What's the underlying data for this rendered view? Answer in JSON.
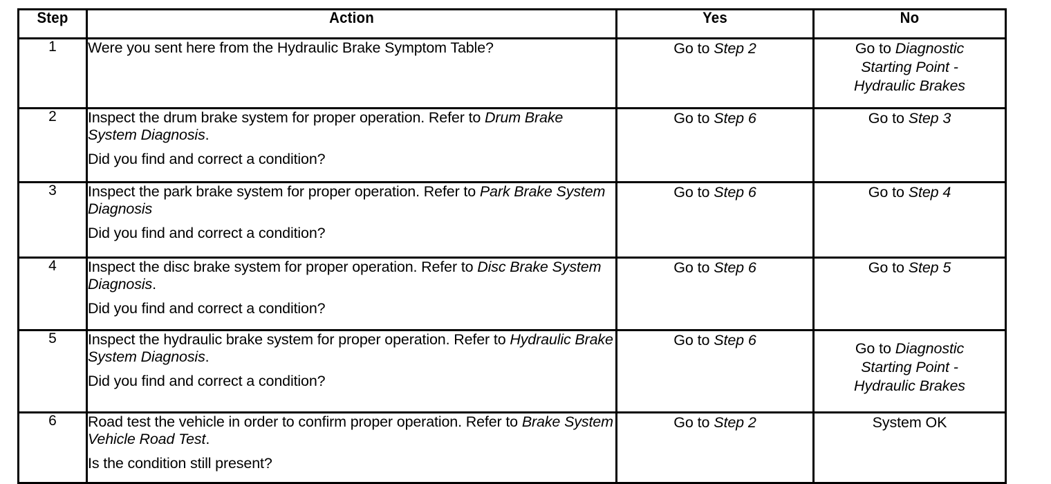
{
  "document": {
    "type": "diagnostic-procedure-table",
    "columns": [
      "Step",
      "Action",
      "Yes",
      "No"
    ]
  },
  "header": {
    "step": "Step",
    "action": "Action",
    "yes": "Yes",
    "no": "No"
  },
  "rows": [
    {
      "step": "1",
      "action": {
        "instruction_plain": "Were you sent here from the Hydraulic Brake Symptom Table?",
        "instruction_italic": "",
        "instruction_tail": "",
        "question": ""
      },
      "yes": {
        "prefix": "Go to ",
        "italic": "Step 2",
        "lines": []
      },
      "no": {
        "prefix": "Go to ",
        "italic": "",
        "lines": [
          "Go to Diagnostic",
          "Starting Point -",
          "Hydraulic Brakes"
        ],
        "lead": "Go to ",
        "l1": "Diagnostic",
        "l2": "Starting Point -",
        "l3": "Hydraulic Brakes"
      }
    },
    {
      "step": "2",
      "action": {
        "instruction_plain": "Inspect the drum brake system for proper operation. Refer to ",
        "instruction_italic": "Drum Brake System Diagnosis",
        "instruction_tail": ".",
        "question": "Did you find and correct a condition?"
      },
      "yes": {
        "prefix": "Go to ",
        "italic": "Step 6"
      },
      "no": {
        "prefix": "Go to ",
        "italic": "Step 3"
      }
    },
    {
      "step": "3",
      "action": {
        "instruction_plain": "Inspect the park brake system for proper operation. Refer to ",
        "instruction_italic": "Park Brake System Diagnosis",
        "instruction_tail": "",
        "question": "Did you find and correct a condition?"
      },
      "yes": {
        "prefix": "Go to ",
        "italic": "Step 6"
      },
      "no": {
        "prefix": "Go to ",
        "italic": "Step 4"
      }
    },
    {
      "step": "4",
      "action": {
        "instruction_plain": "Inspect the disc brake system for proper operation. Refer to ",
        "instruction_italic": "Disc Brake System Diagnosis",
        "instruction_tail": ".",
        "question": "Did you find and correct a condition?"
      },
      "yes": {
        "prefix": "Go to ",
        "italic": "Step 6"
      },
      "no": {
        "prefix": "Go to ",
        "italic": "Step 5"
      }
    },
    {
      "step": "5",
      "action": {
        "instruction_plain": "Inspect the hydraulic brake system for proper operation. Refer to ",
        "instruction_italic": "Hydraulic Brake System Diagnosis",
        "instruction_tail": ".",
        "question": "Did you find and correct a condition?"
      },
      "yes": {
        "prefix": "Go to ",
        "italic": "Step 6"
      },
      "no": {
        "lead": "Go to ",
        "l1": "Diagnostic",
        "l2": "Starting Point -",
        "l3": "Hydraulic Brakes"
      }
    },
    {
      "step": "6",
      "action": {
        "instruction_plain": "Road test the vehicle in order to confirm proper operation. Refer to ",
        "instruction_italic": "Brake System Vehicle Road Test",
        "instruction_tail": ".",
        "question": "Is the condition still present?"
      },
      "yes": {
        "prefix": "Go to ",
        "italic": "Step 2"
      },
      "no": {
        "prefix": "System OK",
        "italic": ""
      }
    }
  ],
  "colors": {
    "ink": "#0a0a0a",
    "paper": "#ffffff"
  }
}
